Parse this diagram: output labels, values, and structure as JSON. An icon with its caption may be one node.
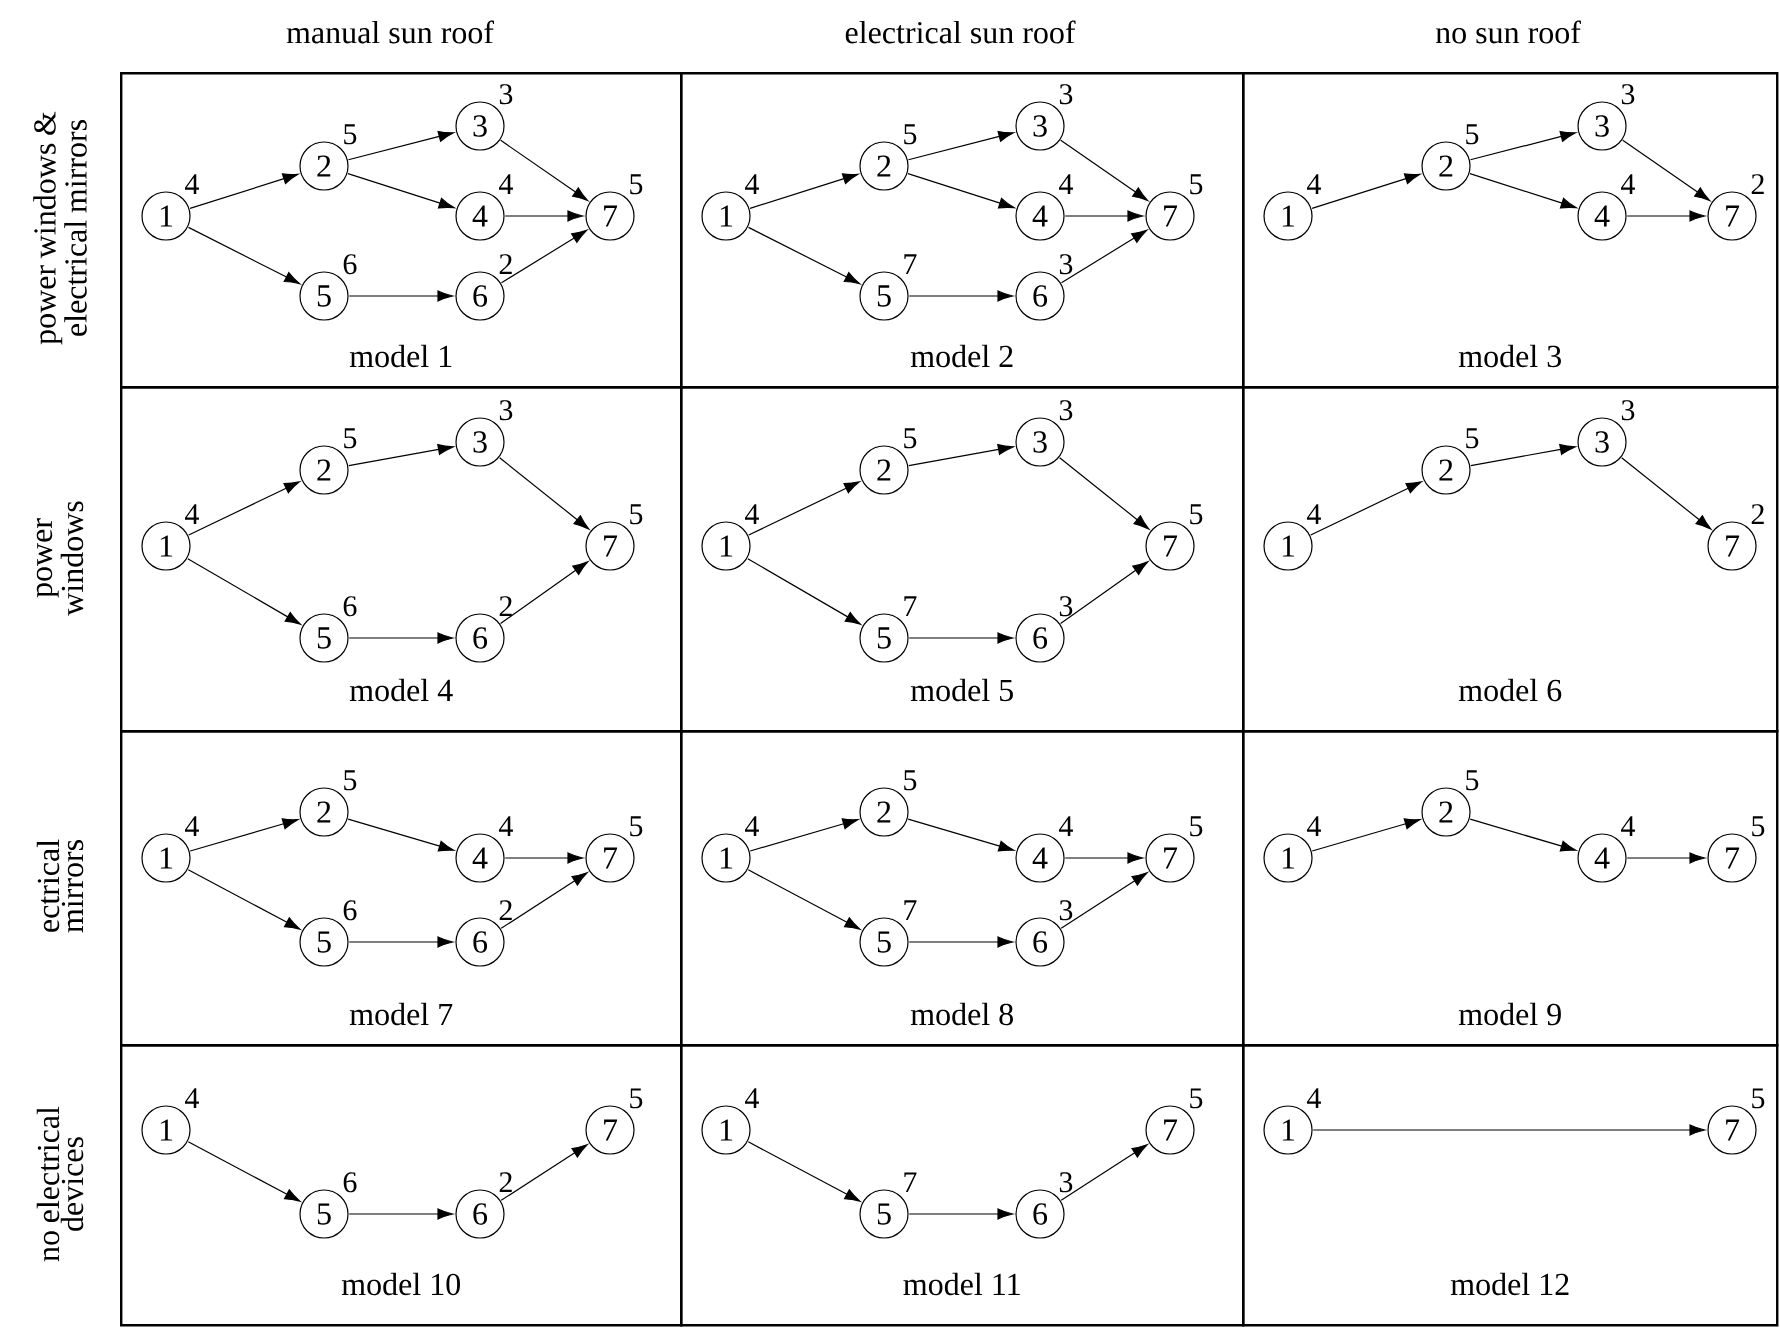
{
  "diagram": {
    "nodes": [
      {
        "text": [
          "model 1"
        ]
      },
      {
        "text": [
          "1"
        ],
        "beside": [
          "4"
        ],
        "in": 0
      },
      {
        "text": [
          "2"
        ],
        "beside": [
          "5"
        ],
        "in": 0
      },
      {
        "text": [
          "3"
        ],
        "beside": [
          "3"
        ],
        "in": 0
      },
      {
        "text": [
          "4"
        ],
        "beside": [
          "4"
        ],
        "in": 0
      },
      {
        "text": [
          "5"
        ],
        "beside": [
          "6"
        ],
        "in": 0
      },
      {
        "text": [
          "6"
        ],
        "beside": [
          "2"
        ],
        "in": 0
      },
      {
        "text": [
          "7"
        ],
        "beside": [
          "5"
        ],
        "in": 0
      },
      {
        "text": [
          "model 2"
        ]
      },
      {
        "text": [
          "1"
        ],
        "beside": [
          "4"
        ],
        "in": 8
      },
      {
        "text": [
          "2"
        ],
        "beside": [
          "5"
        ],
        "in": 8
      },
      {
        "text": [
          "3"
        ],
        "beside": [
          "3"
        ],
        "in": 8
      },
      {
        "text": [
          "4"
        ],
        "beside": [
          "4"
        ],
        "in": 8
      },
      {
        "text": [
          "5"
        ],
        "beside": [
          "7"
        ],
        "in": 8
      },
      {
        "text": [
          "6"
        ],
        "beside": [
          "3"
        ],
        "in": 8
      },
      {
        "text": [
          "7"
        ],
        "beside": [
          "5"
        ],
        "in": 8
      },
      {
        "text": [
          "model 3"
        ]
      },
      {
        "text": [
          "1"
        ],
        "beside": [
          "4"
        ],
        "in": 16
      },
      {
        "text": [
          "2"
        ],
        "beside": [
          "5"
        ],
        "in": 16
      },
      {
        "text": [
          "3"
        ],
        "beside": [
          "3"
        ],
        "in": 16
      },
      {
        "text": [
          "4"
        ],
        "beside": [
          "4"
        ],
        "in": 16
      },
      {
        "text": [
          "7"
        ],
        "beside": [
          "2"
        ],
        "in": 16
      },
      {
        "text": [
          "model 4"
        ]
      },
      {
        "text": [
          "1"
        ],
        "beside": [
          "4"
        ],
        "in": 22
      },
      {
        "text": [
          "2"
        ],
        "beside": [
          "5"
        ],
        "in": 22
      },
      {
        "text": [
          "3"
        ],
        "beside": [
          "3"
        ],
        "in": 22
      },
      {
        "text": [
          "5"
        ],
        "beside": [
          "6"
        ],
        "in": 22
      },
      {
        "text": [
          "6"
        ],
        "beside": [
          "2"
        ],
        "in": 22
      },
      {
        "text": [
          "7"
        ],
        "beside": [
          "5"
        ],
        "in": 22
      },
      {
        "text": [
          "model 5"
        ]
      },
      {
        "text": [
          "1"
        ],
        "beside": [
          "4"
        ],
        "in": 29
      },
      {
        "text": [
          "2"
        ],
        "beside": [
          "5"
        ],
        "in": 29
      },
      {
        "text": [
          "3"
        ],
        "beside": [
          "3"
        ],
        "in": 29
      },
      {
        "text": [
          "5"
        ],
        "beside": [
          "7"
        ],
        "in": 29
      },
      {
        "text": [
          "6"
        ],
        "beside": [
          "3"
        ],
        "in": 29
      },
      {
        "text": [
          "7"
        ],
        "beside": [
          "5"
        ],
        "in": 29
      },
      {
        "text": [
          "model 6"
        ]
      },
      {
        "text": [
          "1"
        ],
        "beside": [
          "4"
        ],
        "in": 36
      },
      {
        "text": [
          "2"
        ],
        "beside": [
          "5"
        ],
        "in": 36
      },
      {
        "text": [
          "3"
        ],
        "beside": [
          "3"
        ],
        "in": 36
      },
      {
        "text": [
          "7"
        ],
        "beside": [
          "2"
        ],
        "in": 36
      },
      {
        "text": [
          "model 7"
        ]
      },
      {
        "text": [
          "1"
        ],
        "beside": [
          "4"
        ],
        "in": 41
      },
      {
        "text": [
          "2"
        ],
        "beside": [
          "5"
        ],
        "in": 41
      },
      {
        "text": [
          "4"
        ],
        "beside": [
          "4"
        ],
        "in": 41
      },
      {
        "text": [
          "5"
        ],
        "beside": [
          "6"
        ],
        "in": 41
      },
      {
        "text": [
          "6"
        ],
        "beside": [
          "2"
        ],
        "in": 41
      },
      {
        "text": [
          "7"
        ],
        "beside": [
          "5"
        ],
        "in": 41
      },
      {
        "text": [
          "model 8"
        ]
      },
      {
        "text": [
          "1"
        ],
        "beside": [
          "4"
        ],
        "in": 48
      },
      {
        "text": [
          "2"
        ],
        "beside": [
          "5"
        ],
        "in": 48
      },
      {
        "text": [
          "4"
        ],
        "beside": [
          "4"
        ],
        "in": 48
      },
      {
        "text": [
          "5"
        ],
        "beside": [
          "7"
        ],
        "in": 48
      },
      {
        "text": [
          "6"
        ],
        "beside": [
          "3"
        ],
        "in": 48
      },
      {
        "text": [
          "7"
        ],
        "beside": [
          "5"
        ],
        "in": 48
      },
      {
        "text": [
          "model 9"
        ]
      },
      {
        "text": [
          "1"
        ],
        "beside": [
          "4"
        ],
        "in": 55
      },
      {
        "text": [
          "2"
        ],
        "beside": [
          "5"
        ],
        "in": 55
      },
      {
        "text": [
          "4"
        ],
        "beside": [
          "4"
        ],
        "in": 55
      },
      {
        "text": [
          "7"
        ],
        "beside": [
          "5"
        ],
        "in": 55
      },
      {
        "text": [
          "model 10"
        ]
      },
      {
        "text": [
          "1"
        ],
        "beside": [
          "4"
        ],
        "in": 60
      },
      {
        "text": [
          "5"
        ],
        "beside": [
          "6"
        ],
        "in": 60
      },
      {
        "text": [
          "6"
        ],
        "beside": [
          "2"
        ],
        "in": 60
      },
      {
        "text": [
          "7"
        ],
        "beside": [
          "5"
        ],
        "in": 60
      },
      {
        "text": [
          "model 11"
        ]
      },
      {
        "text": [
          "1"
        ],
        "beside": [
          "4"
        ],
        "in": 65
      },
      {
        "text": [
          "5"
        ],
        "beside": [
          "7"
        ],
        "in": 65
      },
      {
        "text": [
          "6"
        ],
        "beside": [
          "3"
        ],
        "in": 65
      },
      {
        "text": [
          "7"
        ],
        "beside": [
          "5"
        ],
        "in": 65
      },
      {
        "text": [
          "model 12"
        ]
      },
      {
        "text": [
          "1"
        ],
        "beside": [
          "4"
        ],
        "in": 70
      },
      {
        "text": [
          "7"
        ],
        "beside": [
          "5"
        ],
        "in": 70
      }
    ],
    "edges": [
      {
        "from": 1,
        "to": 2,
        "arrow": "to"
      },
      {
        "from": 1,
        "to": 5,
        "arrow": "to"
      },
      {
        "from": 2,
        "to": 3,
        "arrow": "to"
      },
      {
        "from": 2,
        "to": 4,
        "arrow": "to"
      },
      {
        "from": 3,
        "to": 7,
        "arrow": "to"
      },
      {
        "from": 4,
        "to": 7,
        "arrow": "to"
      },
      {
        "from": 5,
        "to": 6,
        "arrow": "to"
      },
      {
        "from": 6,
        "to": 7,
        "arrow": "to"
      },
      {
        "from": 9,
        "to": 10,
        "arrow": "to"
      },
      {
        "from": 9,
        "to": 13,
        "arrow": "to"
      },
      {
        "from": 10,
        "to": 11,
        "arrow": "to"
      },
      {
        "from": 10,
        "to": 12,
        "arrow": "to"
      },
      {
        "from": 11,
        "to": 15,
        "arrow": "to"
      },
      {
        "from": 12,
        "to": 15,
        "arrow": "to"
      },
      {
        "from": 13,
        "to": 14,
        "arrow": "to"
      },
      {
        "from": 14,
        "to": 15,
        "arrow": "to"
      },
      {
        "from": 17,
        "to": 18,
        "arrow": "to"
      },
      {
        "from": 18,
        "to": 19,
        "arrow": "to"
      },
      {
        "from": 18,
        "to": 20,
        "arrow": "to"
      },
      {
        "from": 19,
        "to": 21,
        "arrow": "to"
      },
      {
        "from": 20,
        "to": 21,
        "arrow": "to"
      },
      {
        "from": 23,
        "to": 24,
        "arrow": "to"
      },
      {
        "from": 23,
        "to": 26,
        "arrow": "to"
      },
      {
        "from": 24,
        "to": 25,
        "arrow": "to"
      },
      {
        "from": 25,
        "to": 28,
        "arrow": "to"
      },
      {
        "from": 26,
        "to": 27,
        "arrow": "to"
      },
      {
        "from": 27,
        "to": 28,
        "arrow": "to"
      },
      {
        "from": 30,
        "to": 31,
        "arrow": "to"
      },
      {
        "from": 30,
        "to": 33,
        "arrow": "to"
      },
      {
        "from": 31,
        "to": 32,
        "arrow": "to"
      },
      {
        "from": 32,
        "to": 35,
        "arrow": "to"
      },
      {
        "from": 33,
        "to": 34,
        "arrow": "to"
      },
      {
        "from": 34,
        "to": 35,
        "arrow": "to"
      },
      {
        "from": 37,
        "to": 38,
        "arrow": "to"
      },
      {
        "from": 38,
        "to": 39,
        "arrow": "to"
      },
      {
        "from": 39,
        "to": 40,
        "arrow": "to"
      },
      {
        "from": 42,
        "to": 43,
        "arrow": "to"
      },
      {
        "from": 42,
        "to": 45,
        "arrow": "to"
      },
      {
        "from": 43,
        "to": 44,
        "arrow": "to"
      },
      {
        "from": 44,
        "to": 47,
        "arrow": "to"
      },
      {
        "from": 45,
        "to": 46,
        "arrow": "to"
      },
      {
        "from": 46,
        "to": 47,
        "arrow": "to"
      },
      {
        "from": 49,
        "to": 50,
        "arrow": "to"
      },
      {
        "from": 49,
        "to": 52,
        "arrow": "to"
      },
      {
        "from": 50,
        "to": 51,
        "arrow": "to"
      },
      {
        "from": 51,
        "to": 54,
        "arrow": "to"
      },
      {
        "from": 52,
        "to": 53,
        "arrow": "to"
      },
      {
        "from": 53,
        "to": 54,
        "arrow": "to"
      },
      {
        "from": 56,
        "to": 57,
        "arrow": "to"
      },
      {
        "from": 57,
        "to": 58,
        "arrow": "to"
      },
      {
        "from": 58,
        "to": 59,
        "arrow": "to"
      },
      {
        "from": 61,
        "to": 62,
        "arrow": "to"
      },
      {
        "from": 62,
        "to": 63,
        "arrow": "to"
      },
      {
        "from": 63,
        "to": 64,
        "arrow": "to"
      },
      {
        "from": 66,
        "to": 67,
        "arrow": "to"
      },
      {
        "from": 67,
        "to": 68,
        "arrow": "to"
      },
      {
        "from": 68,
        "to": 69,
        "arrow": "to"
      },
      {
        "from": 71,
        "to": 72,
        "arrow": "to"
      }
    ],
    "labels": [
      "manual sun roof",
      "electrical sun roof",
      "no sun roof",
      "power windows & electrical mirrors",
      "power windows",
      "ectrical mirrors",
      "no electrical devices"
    ]
  }
}
